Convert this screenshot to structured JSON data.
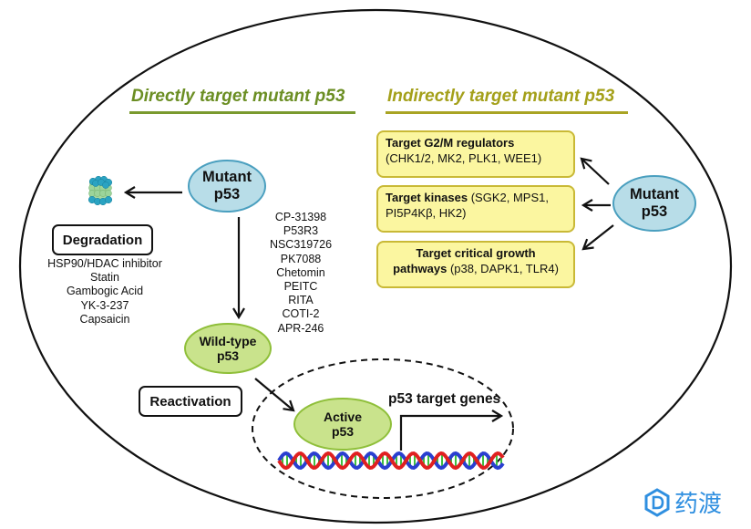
{
  "headings": {
    "direct": "Directly target mutant p53",
    "indirect": "Indirectly target mutant p53"
  },
  "nodes": {
    "mutant_p53_left": {
      "line1": "Mutant",
      "line2": "p53"
    },
    "wild_type_p53": {
      "line1": "Wild-type",
      "line2": "p53"
    },
    "active_p53": {
      "line1": "Active",
      "line2": "p53"
    },
    "mutant_p53_right": {
      "line1": "Mutant",
      "line2": "p53"
    }
  },
  "labels": {
    "degradation": "Degradation",
    "reactivation": "Reactivation",
    "target_genes": "p53 target genes"
  },
  "degradation_agents": [
    "HSP90/HDAC inhibitor",
    "Statin",
    "Gambogic Acid",
    "YK-3-237",
    "Capsaicin"
  ],
  "reactivation_agents": [
    "CP-31398",
    "P53R3",
    "NSC319726",
    "PK7088",
    "Chetomin",
    "PEITC",
    "RITA",
    "COTI-2",
    "APR-246"
  ],
  "indirect_targets": [
    {
      "bold": "Target G2/M regulators",
      "rest": "(CHK1/2, MK2, PLK1, WEE1)"
    },
    {
      "bold": "Target kinases",
      "rest": " (SGK2, MPS1, PI5P4Kβ, HK2)"
    },
    {
      "bold_line1": "Target critical growth",
      "bold": "pathways",
      "rest": " (p38, DAPK1, TLR4)"
    }
  ],
  "icons": {
    "proteasome": "proteasome-icon",
    "dna": "dna-helix-icon"
  },
  "colors": {
    "direct_heading": "#6b8e23",
    "indirect_heading": "#a4a01a",
    "mutant_fill": "#b8dde8",
    "mutant_stroke": "#4a9fbf",
    "wildtype_fill": "#c9e38c",
    "wildtype_stroke": "#8fbf3a",
    "target_box_fill": "#fbf6a0",
    "target_box_stroke": "#c9b936",
    "logo": "#2f8fe0"
  },
  "watermark": {
    "text": "药渡",
    "icon": "yaodu-logo-icon"
  }
}
